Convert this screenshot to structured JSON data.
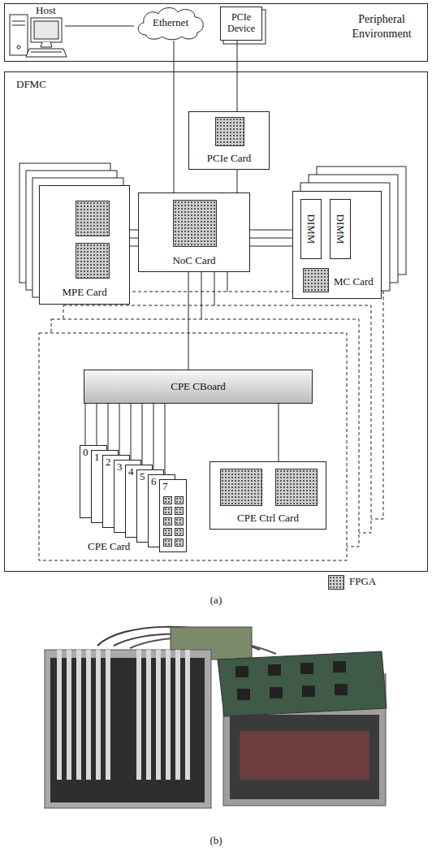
{
  "diagram": {
    "nodes": [
      {
        "text": [
          "Peripheral Environment"
        ]
      },
      {
        "text": [
          "Host"
        ],
        "in": 0
      },
      {
        "text": [
          "Ethernet"
        ],
        "in": 0
      },
      {
        "text": [
          "PCIe Device"
        ],
        "in": 0
      },
      {
        "text": [
          "DFMC"
        ]
      },
      {
        "text": [
          "PCIe Card"
        ],
        "in": 4
      },
      {
        "text": [
          "NoC Card"
        ],
        "in": 4
      },
      {
        "text": [
          "MPE Card"
        ],
        "in": 4
      },
      {
        "text": [
          "MC Card"
        ],
        "in": 4
      },
      {
        "text": [
          "DIMM"
        ],
        "in": 8
      },
      {
        "text": [
          "DIMM"
        ],
        "in": 8
      },
      {
        "text": [
          "CPE CBoard"
        ],
        "in": 4
      },
      {
        "text": [
          "0"
        ],
        "in": 4
      },
      {
        "text": [
          "1"
        ],
        "in": 4
      },
      {
        "text": [
          "2"
        ],
        "in": 4
      },
      {
        "text": [
          "3"
        ],
        "in": 4
      },
      {
        "text": [
          "4"
        ],
        "in": 4
      },
      {
        "text": [
          "5"
        ],
        "in": 4
      },
      {
        "text": [
          "6"
        ],
        "in": 4
      },
      {
        "text": [
          "7"
        ],
        "in": 4
      },
      {
        "text": [
          "CPE Ctrl Card"
        ],
        "in": 4
      }
    ],
    "edges": [
      {
        "from": 1,
        "to": 2,
        "arrow": "none"
      },
      {
        "from": 2,
        "to": 6,
        "arrow": "none"
      },
      {
        "from": 3,
        "to": 5,
        "arrow": "none"
      },
      {
        "from": 5,
        "to": 6,
        "arrow": "none"
      },
      {
        "from": 7,
        "to": 6,
        "arrow": "none"
      },
      {
        "from": 6,
        "to": 8,
        "arrow": "none"
      },
      {
        "from": 6,
        "to": 11,
        "arrow": "none"
      },
      {
        "from": 11,
        "to": 12,
        "arrow": "none"
      },
      {
        "from": 11,
        "to": 13,
        "arrow": "none"
      },
      {
        "from": 11,
        "to": 14,
        "arrow": "none"
      },
      {
        "from": 11,
        "to": 15,
        "arrow": "none"
      },
      {
        "from": 11,
        "to": 16,
        "arrow": "none"
      },
      {
        "from": 11,
        "to": 17,
        "arrow": "none"
      },
      {
        "from": 11,
        "to": 18,
        "arrow": "none"
      },
      {
        "from": 11,
        "to": 19,
        "arrow": "none"
      },
      {
        "from": 11,
        "to": 20,
        "arrow": "none"
      }
    ],
    "labels": [
      "CPE Card",
      "(a)",
      "(b)"
    ],
    "legend": [
      {
        "text": "FPGA",
        "color": "#cfcfcf"
      }
    ]
  }
}
